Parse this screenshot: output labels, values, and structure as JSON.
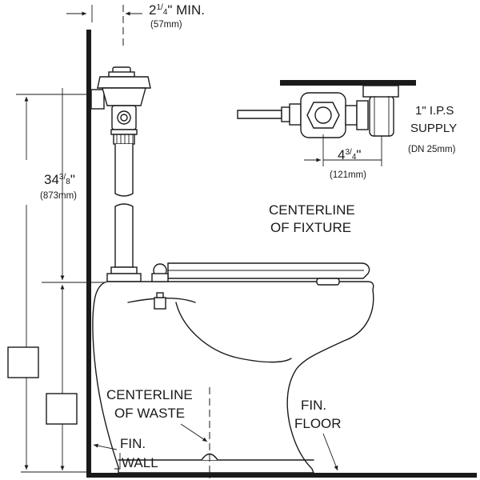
{
  "dimensions": {
    "offset_whole": "2",
    "offset_num": "1",
    "offset_den": "4",
    "offset_suffix": "\" MIN.",
    "offset_mm": "(57mm)",
    "height_whole": "34",
    "height_num": "3",
    "height_den": "8",
    "height_suffix": "\"",
    "height_mm": "(873mm)",
    "spacing_whole": "4",
    "spacing_num": "3",
    "spacing_den": "4",
    "spacing_suffix": "\"",
    "spacing_mm": "(121mm)"
  },
  "labels": {
    "supply_line1": "1\" I.P.S",
    "supply_line2": "SUPPLY",
    "supply_line3": "(DN  25mm)",
    "fixture_line1": "CENTERLINE",
    "fixture_line2": "OF FIXTURE",
    "waste_line1": "CENTERLINE",
    "waste_line2": "OF WASTE",
    "floor_line1": "FIN.",
    "floor_line2": "FLOOR",
    "wall_line1": "FIN.",
    "wall_line2": "WALL"
  }
}
